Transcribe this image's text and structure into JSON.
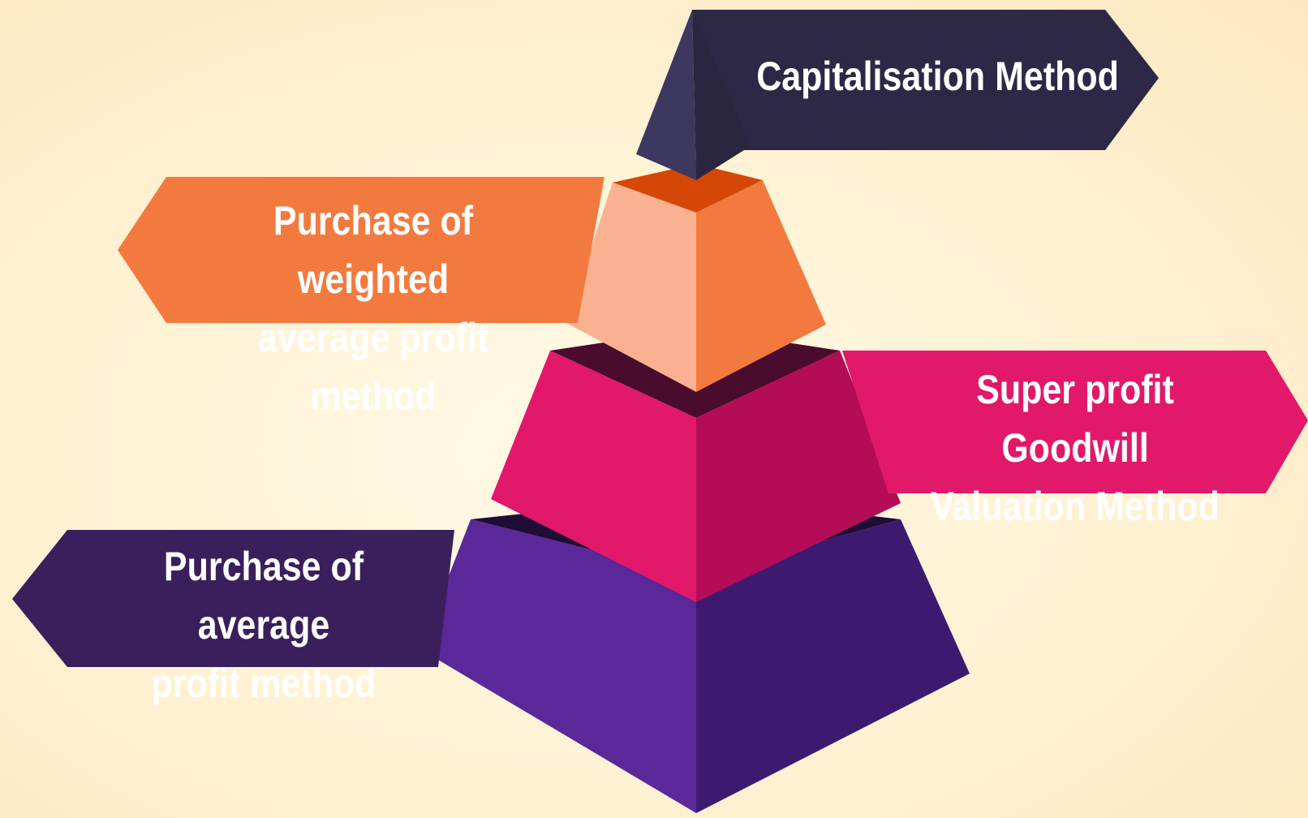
{
  "diagram": {
    "levels": [
      {
        "label": "Capitalisation Method",
        "color": "#2c2846",
        "position": "top"
      },
      {
        "label": "Purchase of weighted\naverage profit method",
        "color": "#f37a3f",
        "position": "second"
      },
      {
        "label": "Super profit Goodwill\nValuation Method",
        "color": "#e2186a",
        "position": "third"
      },
      {
        "label": "Purchase of average\nprofit method",
        "color": "#3a1f5c",
        "position": "bottom"
      }
    ]
  }
}
